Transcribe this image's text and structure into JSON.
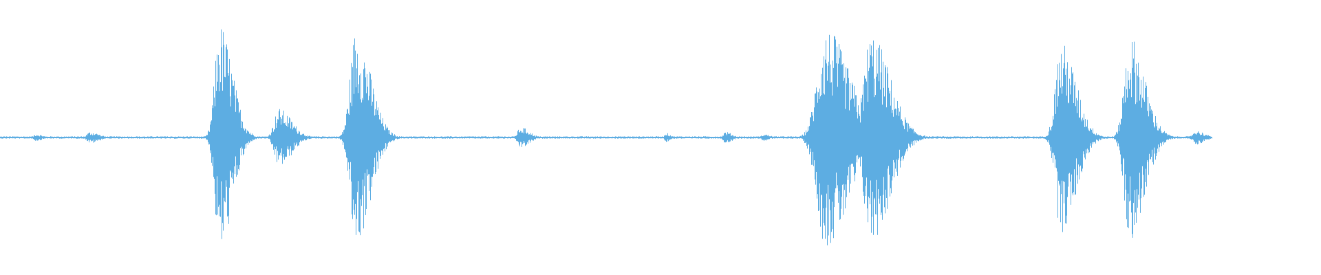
{
  "waveform": {
    "color": "#5DADE2",
    "background": "#FFFFFF",
    "baseline_amplitude": 0.01,
    "bursts": [
      {
        "center": 0.027,
        "width": 0.003,
        "amplitude": 0.03
      },
      {
        "center": 0.068,
        "width": 0.004,
        "amplitude": 0.05
      },
      {
        "center": 0.166,
        "width": 0.006,
        "amplitude": 0.98
      },
      {
        "center": 0.211,
        "width": 0.006,
        "amplitude": 0.25
      },
      {
        "center": 0.269,
        "width": 0.007,
        "amplitude": 0.92
      },
      {
        "center": 0.394,
        "width": 0.004,
        "amplitude": 0.09
      },
      {
        "center": 0.504,
        "width": 0.002,
        "amplitude": 0.04
      },
      {
        "center": 0.549,
        "width": 0.003,
        "amplitude": 0.05
      },
      {
        "center": 0.578,
        "width": 0.003,
        "amplitude": 0.03
      },
      {
        "center": 0.625,
        "width": 0.011,
        "amplitude": 0.94
      },
      {
        "center": 0.659,
        "width": 0.009,
        "amplitude": 0.9
      },
      {
        "center": 0.803,
        "width": 0.007,
        "amplitude": 0.82
      },
      {
        "center": 0.855,
        "width": 0.007,
        "amplitude": 0.88
      },
      {
        "center": 0.905,
        "width": 0.004,
        "amplitude": 0.06
      }
    ]
  }
}
